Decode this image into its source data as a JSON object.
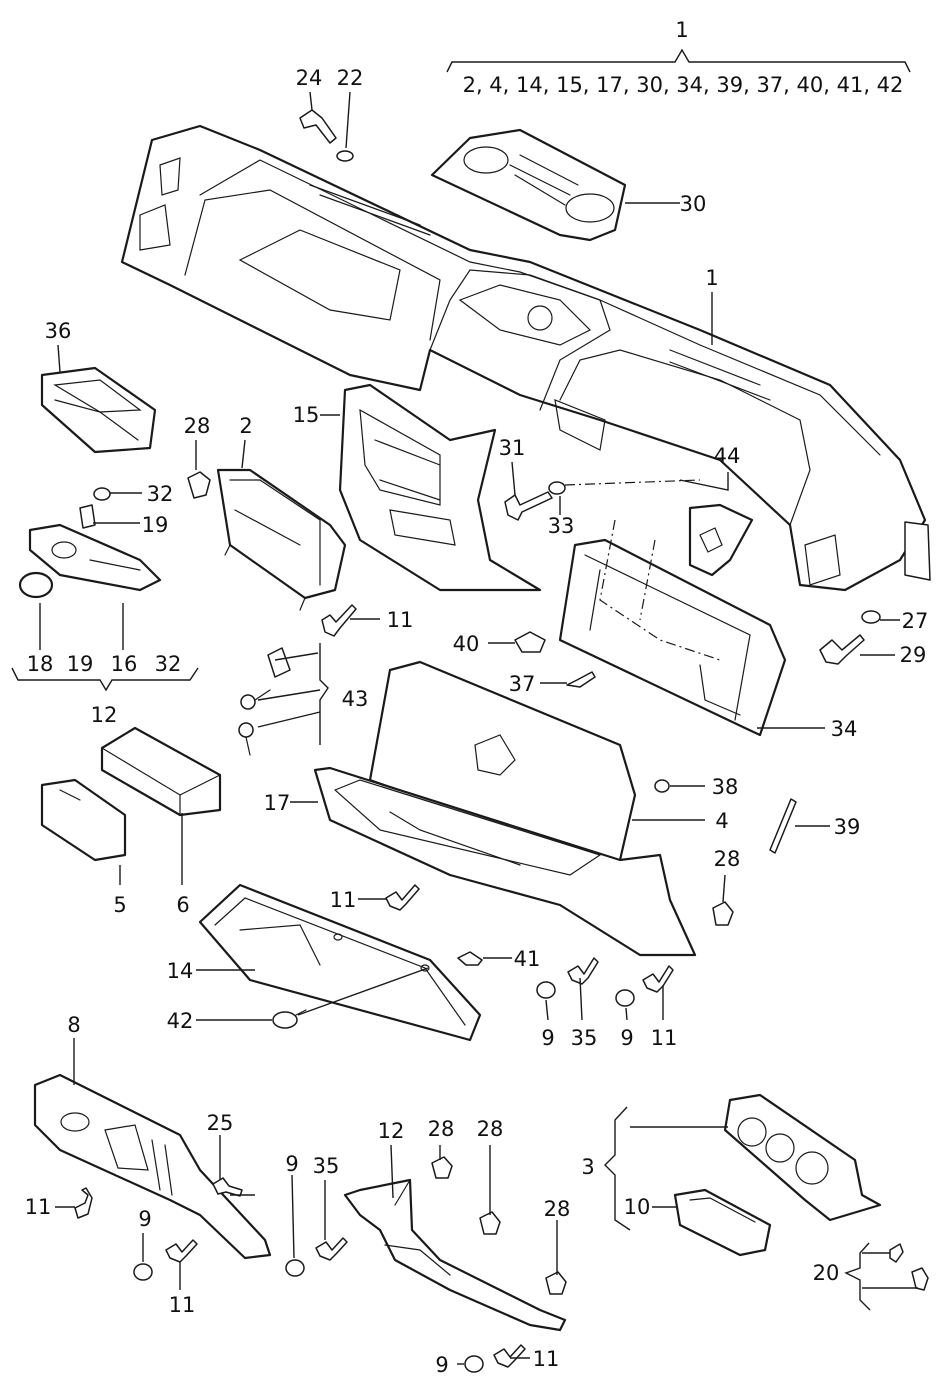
{
  "header": {
    "top_number": "1",
    "part_list": "2, 4, 14, 15, 17, 30, 34, 39, 37, 40, 41, 42"
  },
  "callouts": {
    "c24": "24",
    "c22": "22",
    "c30": "30",
    "c1": "1",
    "c36": "36",
    "c15": "15",
    "c28a": "28",
    "c2": "2",
    "c31": "31",
    "c44": "44",
    "c32a": "32",
    "c33": "33",
    "c19a": "19",
    "c11a": "11",
    "c27": "27",
    "c29": "29",
    "c40": "40",
    "c43": "43",
    "c37": "37",
    "c34": "34",
    "c18": "18",
    "c19b": "19",
    "c16": "16",
    "c32b": "32",
    "c12a": "12",
    "c38": "38",
    "c17": "17",
    "c4": "4",
    "c39": "39",
    "c28b": "28",
    "c5": "5",
    "c6": "6",
    "c11b": "11",
    "c41": "41",
    "c14": "14",
    "c42": "42",
    "c9a": "9",
    "c35a": "35",
    "c9b": "9",
    "c11c": "11",
    "c8": "8",
    "c25": "25",
    "c9c": "9",
    "c35b": "35",
    "c12b": "12",
    "c28c": "28",
    "c28d": "28",
    "c3": "3",
    "c10": "10",
    "c11d": "11",
    "c9d": "9",
    "c11e": "11",
    "c28e": "28",
    "c20": "20",
    "c9e": "9",
    "c11f": "11"
  }
}
